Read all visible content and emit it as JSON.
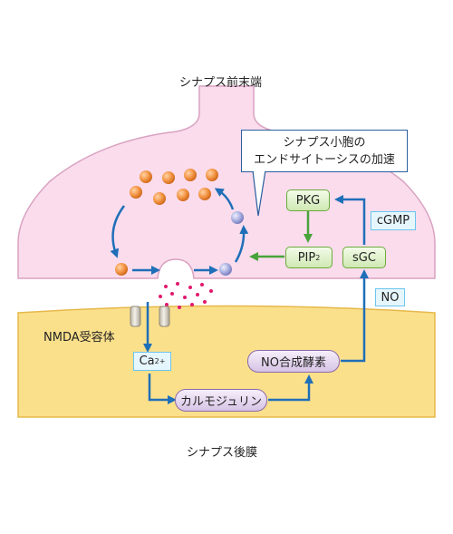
{
  "diagram": {
    "presynaptic_label": "シナプス前末端",
    "postsynaptic_label": "シナプス後膜",
    "callout_line1": "シナプス小胞の",
    "callout_line2": "エンドサイトーシスの加速",
    "pkg": "PKG",
    "pip2": "PIP",
    "pip2_sub": "2",
    "sgc": "sGC",
    "cgmp": "cGMP",
    "no": "NO",
    "nmda_label": "NMDA受容体",
    "ca": "Ca",
    "ca_sup": "2+",
    "calmodulin": "カルモジュリン",
    "nos": "NO合成酵素"
  },
  "colors": {
    "presynaptic_fill": "#fadced",
    "presynaptic_stroke": "#d9a2c1",
    "postsynaptic_fill": "#fbe08c",
    "postsynaptic_stroke": "#e6b84a",
    "vesicle_full": "#f28b3a",
    "vesicle_empty": "#9aa0d6",
    "neurotransmitter": "#e0196e",
    "arrow_blue": "#1f6fb8",
    "arrow_green": "#47a33a"
  },
  "icons": [
    "vesicle-full-icon",
    "vesicle-empty-icon",
    "nmda-channel-icon",
    "neurotransmitter-dot-icon"
  ]
}
